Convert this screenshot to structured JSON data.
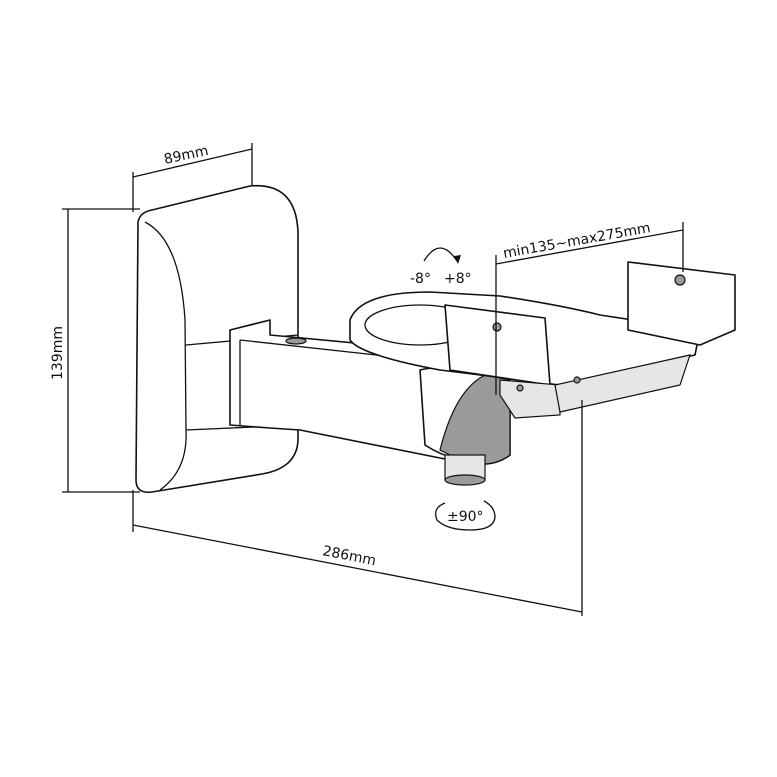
{
  "dimensions": {
    "depth": "89mm",
    "height": "139mm",
    "reach": "286mm",
    "clamp_width": "min135~max275mm"
  },
  "adjustments": {
    "tilt_minus": "-8°",
    "tilt_plus": "+8°",
    "swivel": "±90°"
  }
}
